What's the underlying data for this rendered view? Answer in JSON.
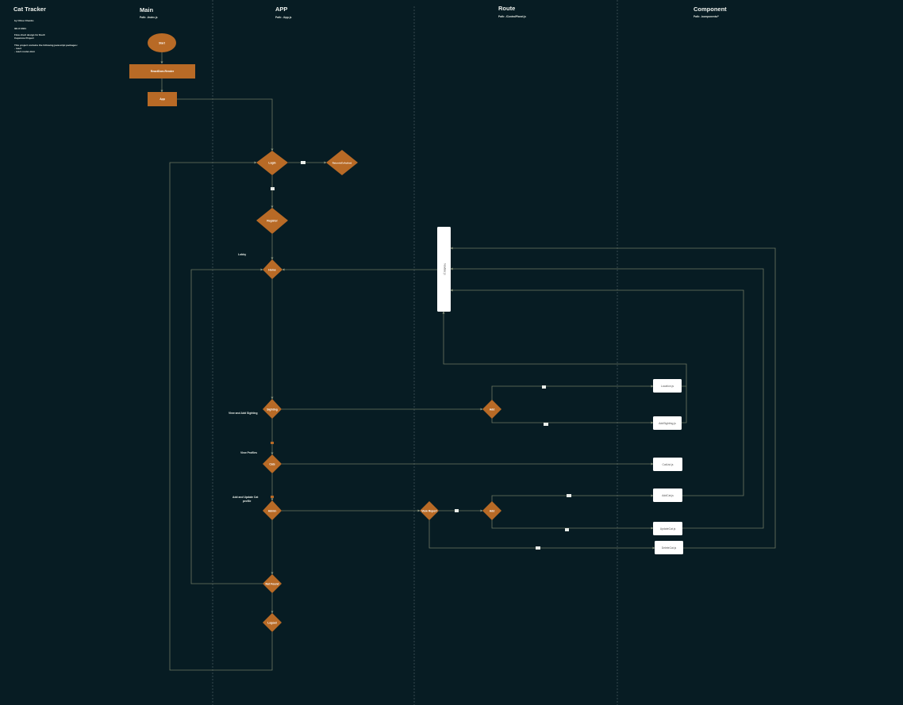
{
  "header": {
    "title": "Cat Tracker",
    "author": "by Chloe Chanko",
    "date": "08.17.2021",
    "desc1": "Flow chart design for DevX",
    "desc2": "Capstone Project",
    "desc3": "This project contains the following javascript packages:",
    "desc4": "- react",
    "desc5": "- react-router-dom"
  },
  "columns": [
    {
      "title": "Main",
      "path": "Path: ./index.js"
    },
    {
      "title": "APP",
      "path": "Path: ./App.js"
    },
    {
      "title": "Route",
      "path": "Path: ./ControlPlanel.js"
    },
    {
      "title": "Component",
      "path": "Path: ./components/*"
    }
  ],
  "nodes": {
    "start": "Start",
    "react_dom": "ReactDom.Render",
    "app": "App",
    "login": "Login",
    "return_auth": "ReturnIsEnAuthed",
    "register": "Register",
    "home": "Home",
    "sighting": "Sighting",
    "cats": "Cats",
    "admin": "Admin",
    "not_found": "Not Found",
    "logout": "Logout",
    "view_report": "View Report",
    "add_sighting": "Add",
    "add_admin": "Add",
    "nav_bar": "NavBar.js",
    "location": "Location.js",
    "add_sighting_js": "AddSighting.js",
    "cat_list": "CatList.js",
    "add_cat": "AddCat.js",
    "update_cat": "UpdateCat.js",
    "delete_cat": "DeleteCat.js"
  },
  "side_labels": {
    "lobby": "Lobby",
    "view_add_sighting": "View and Add Sighting",
    "view_profiles": "View Profiles",
    "add_update_cat_1": "Add and Update Cat",
    "add_update_cat_2": "profile"
  },
  "colors": {
    "background": "#071c23",
    "node": "#b86a26",
    "line": "#6e7862",
    "separator": "#41535a",
    "box": "#ffffff"
  }
}
